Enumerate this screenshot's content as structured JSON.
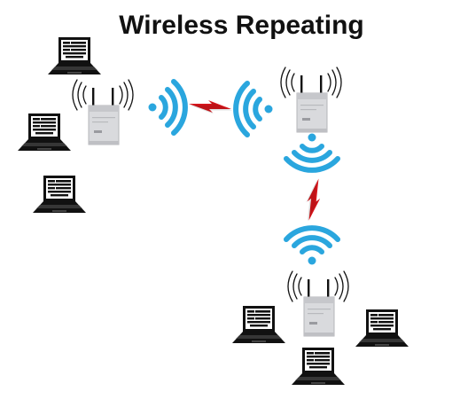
{
  "title": "Wireless Repeating",
  "colors": {
    "signal": "#2aa6de",
    "link": "#d9161c",
    "device": "#111111",
    "access_point_body": "#dcdde0"
  },
  "nodes": [
    {
      "id": "ap-left",
      "kind": "access-point",
      "icon": "wireless-access-point-icon"
    },
    {
      "id": "ap-right-top",
      "kind": "access-point",
      "icon": "wireless-access-point-icon"
    },
    {
      "id": "ap-bottom",
      "kind": "access-point",
      "icon": "wireless-access-point-icon"
    },
    {
      "id": "laptop-left-1",
      "kind": "laptop",
      "icon": "laptop-icon"
    },
    {
      "id": "laptop-left-2",
      "kind": "laptop",
      "icon": "laptop-icon"
    },
    {
      "id": "laptop-left-3",
      "kind": "laptop",
      "icon": "laptop-icon"
    },
    {
      "id": "laptop-bottom-1",
      "kind": "laptop",
      "icon": "laptop-icon"
    },
    {
      "id": "laptop-bottom-2",
      "kind": "laptop",
      "icon": "laptop-icon"
    },
    {
      "id": "laptop-bottom-3",
      "kind": "laptop",
      "icon": "laptop-icon"
    }
  ],
  "links": [
    {
      "from": "ap-left",
      "to": "ap-right-top",
      "icon": "lightning-link-icon"
    },
    {
      "from": "ap-right-top",
      "to": "ap-bottom",
      "icon": "lightning-link-icon"
    }
  ]
}
